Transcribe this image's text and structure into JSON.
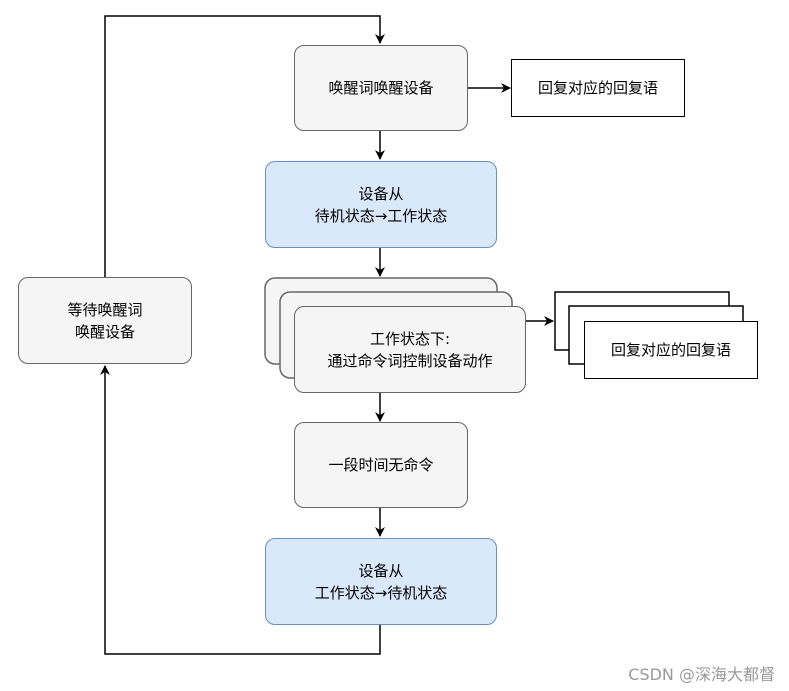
{
  "nodes": {
    "wake_device": "唤醒词唤醒设备",
    "reply_1": "回复对应的回复语",
    "standby_to_work": {
      "line1": "设备从",
      "line2": "待机状态→工作状态"
    },
    "command_control": {
      "line1": "工作状态下:",
      "line2": "通过命令词控制设备动作"
    },
    "reply_2": "回复对应的回复语",
    "no_command": "一段时间无命令",
    "work_to_standby": {
      "line1": "设备从",
      "line2": "工作状态→待机状态"
    },
    "wait_wake": {
      "line1": "等待唤醒词",
      "line2": "唤醒设备"
    }
  },
  "watermark": "CSDN @深海大都督",
  "colors": {
    "grey_fill": "#f5f5f5",
    "grey_stroke": "#666666",
    "blue_fill": "#dae8fc",
    "blue_stroke": "#6c8ebf"
  }
}
